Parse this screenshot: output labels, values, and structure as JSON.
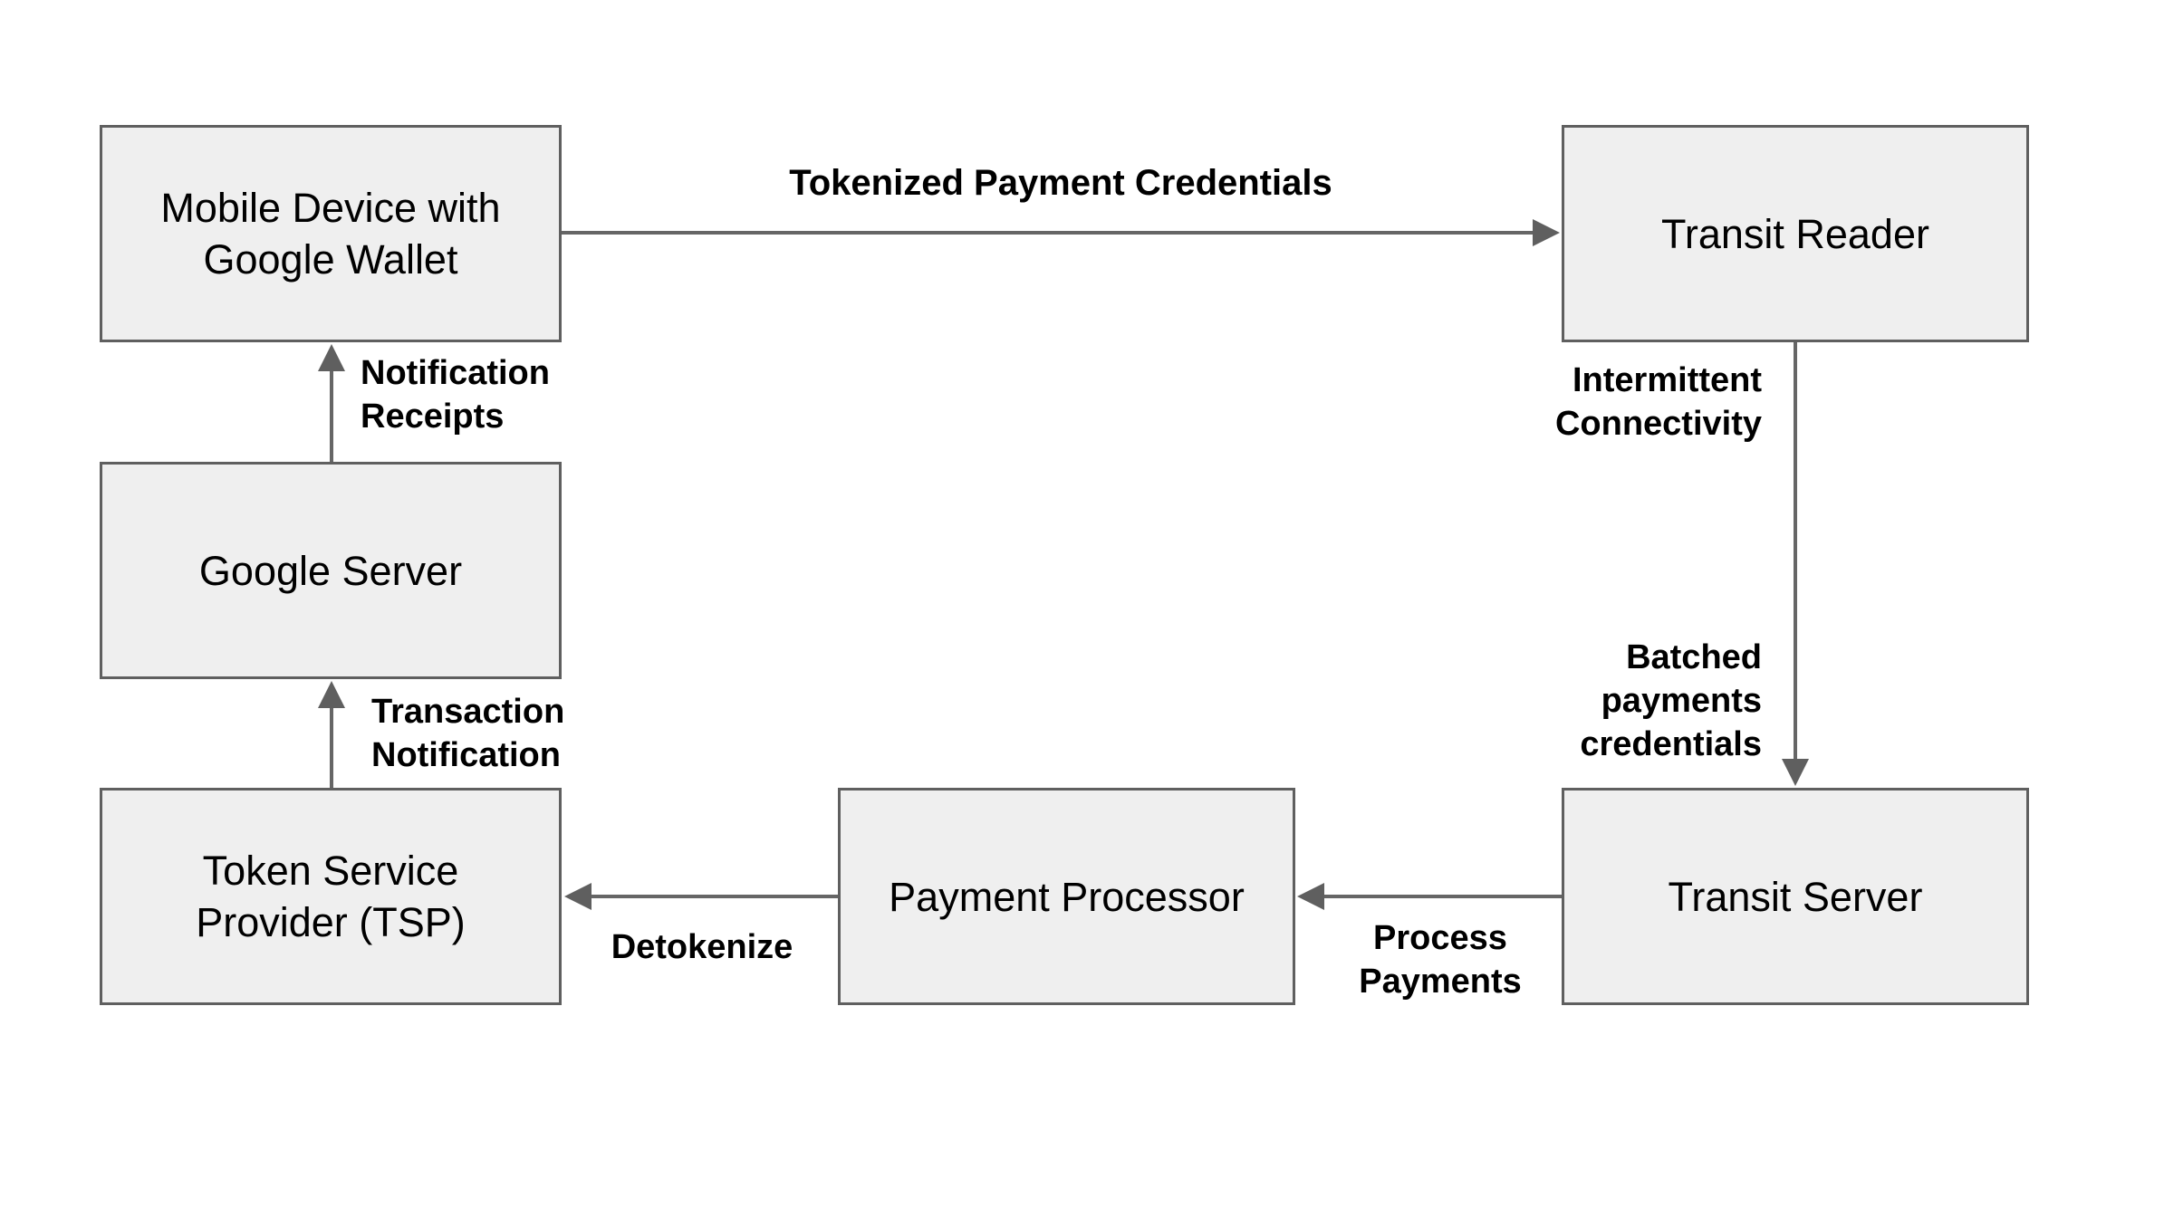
{
  "diagram": {
    "nodes": [
      {
        "id": "mobile",
        "label": "Mobile Device with\nGoogle Wallet"
      },
      {
        "id": "transit_reader",
        "label": "Transit Reader"
      },
      {
        "id": "google_server",
        "label": "Google Server"
      },
      {
        "id": "tsp",
        "label": "Token Service\nProvider (TSP)"
      },
      {
        "id": "payment_processor",
        "label": "Payment Processor"
      },
      {
        "id": "transit_server",
        "label": "Transit Server"
      }
    ],
    "edge_labels": {
      "tokenized": "Tokenized Payment Credentials",
      "intermittent": "Intermittent\nConnectivity",
      "batched": "Batched\npayments\ncredentials",
      "process": "Process\nPayments",
      "detokenize": "Detokenize",
      "transaction": "Transaction\nNotification",
      "receipts": "Notification\nReceipts"
    },
    "connections": [
      {
        "from": "mobile",
        "to": "transit_reader",
        "labels": [
          "Tokenized Payment Credentials"
        ]
      },
      {
        "from": "transit_reader",
        "to": "transit_server",
        "labels": [
          "Intermittent Connectivity",
          "Batched payments credentials"
        ]
      },
      {
        "from": "transit_server",
        "to": "payment_processor",
        "labels": [
          "Process Payments"
        ]
      },
      {
        "from": "payment_processor",
        "to": "tsp",
        "labels": [
          "Detokenize"
        ]
      },
      {
        "from": "tsp",
        "to": "google_server",
        "labels": [
          "Transaction Notification"
        ]
      },
      {
        "from": "google_server",
        "to": "mobile",
        "labels": [
          "Notification Receipts"
        ]
      }
    ],
    "colors": {
      "background": "#ffffff",
      "node_fill": "#efefef",
      "node_border": "#5f5f5f",
      "arrow": "#666666",
      "text": "#000000"
    }
  }
}
